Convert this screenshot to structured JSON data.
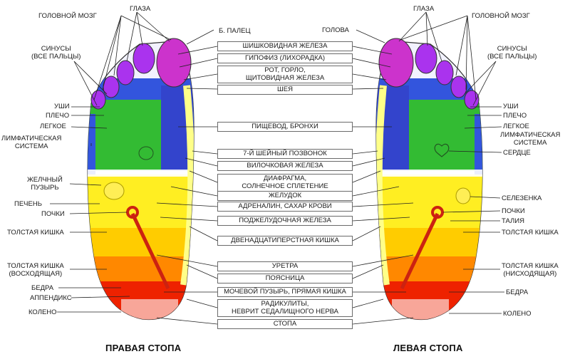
{
  "captions": {
    "right_foot": "ПРАВАЯ СТОПА",
    "left_foot": "ЛЕВАЯ СТОПА"
  },
  "left_side_labels": {
    "glaza": "ГЛАЗА",
    "golovnoy_mozg": "ГОЛОВНОЙ МОЗГ",
    "b_palets": "Б. ПАЛЕЦ",
    "sinusy": "СИНУСЫ\n(ВСЕ ПАЛЬЦЫ)",
    "ushi": "УШИ",
    "plecho": "ПЛЕЧО",
    "legkoe": "ЛЕГКОЕ",
    "limf": "ЛИМФАТИЧЕСКАЯ\nСИСТЕМА",
    "zhelchny": "ЖЕЛЧНЫЙ\nПУЗЫРЬ",
    "pechen": "ПЕЧЕНЬ",
    "pochki": "ПОЧКИ",
    "tolstaya": "ТОЛСТАЯ КИШКА",
    "tolstaya_vosh": "ТОЛСТАЯ КИШКА\n(ВОСХОДЯЩАЯ)",
    "bedra": "БЕДРА",
    "appendiks": "АППЕНДИКС",
    "koleno": "КОЛЕНО"
  },
  "right_side_labels": {
    "glaza": "ГЛАЗА",
    "golovnoy_mozg": "ГОЛОВНОЙ МОЗГ",
    "golova": "ГОЛОВА",
    "sinusy": "СИНУСЫ\n(ВСЕ ПАЛЬЦЫ)",
    "ushi": "УШИ",
    "plecho": "ПЛЕЧО",
    "legkoe": "ЛЕГКОЕ",
    "limf": "ЛИМФАТИЧЕСКАЯ\nСИСТЕМА",
    "serdtse": "СЕРДЦЕ",
    "selezenka": "СЕЛЕЗЕНКА",
    "pochki": "ПОЧКИ",
    "taliya": "ТАЛИЯ",
    "tolstaya": "ТОЛСТАЯ КИШКА",
    "tolstaya_nish": "ТОЛСТАЯ КИШКА\n(НИСХОДЯЩАЯ)",
    "bedra": "БЕДРА",
    "koleno": "КОЛЕНО"
  },
  "center_boxes": [
    "ШИШКОВИДНАЯ ЖЕЛЕЗА",
    "ГИПОФИЗ (ЛИХОРАДКА)",
    "РОТ, ГОРЛО,\nЩИТОВИДНАЯ ЖЕЛЕЗА",
    "ШЕЯ",
    "ПИЩЕВОД, БРОНХИ",
    "7-Й ШЕЙНЫЙ ПОЗВОНОК",
    "ВИЛОЧКОВАЯ ЖЕЛЕЗА",
    "ДИАФРАГМА,\nСОЛНЕЧНОЕ СПЛЕТЕНИЕ",
    "ЖЕЛУДОК",
    "АДРЕНАЛИН, САХАР КРОВИ",
    "ПОДЖЕЛУДОЧНАЯ ЖЕЛЕЗА",
    "ДВЕНАДЦАТИПЕРСТНАЯ КИШКА",
    "УРЕТРА",
    "ПОЯСНИЦА",
    "МОЧЕВОЙ ПУЗЫРЬ, ПРЯМАЯ КИШКА",
    "РАДИКУЛИТЫ,\nНЕВРИТ СЕДАЛИЩНОГО НЕРВА",
    "СТОПА"
  ],
  "zone_colors": {
    "brain": "#cc33cc",
    "toes": "#9933ee",
    "eyes_ears": "#2244cc",
    "neck": "#3355dd",
    "lung": "#33bb33",
    "lymph": "#22aa55",
    "organs": "#ffee22",
    "intestine": "#ffcc00",
    "lower": "#ff8800",
    "heel": "#ee2200",
    "spine": "#ffff88",
    "nerve": "#ee3322"
  }
}
